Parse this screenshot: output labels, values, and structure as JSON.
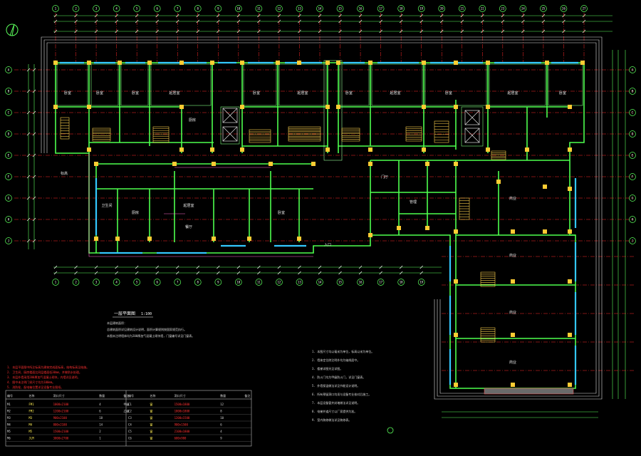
{
  "drawing": {
    "scale_label": "1:100",
    "grid_top_labels": [
      "1",
      "2",
      "3",
      "4",
      "5",
      "6",
      "7",
      "8",
      "9",
      "10",
      "11",
      "12",
      "13",
      "14",
      "15",
      "16",
      "17",
      "18",
      "19",
      "20",
      "21",
      "22",
      "23",
      "24",
      "25",
      "26",
      "27"
    ],
    "grid_left_labels": [
      "A",
      "B",
      "C",
      "D",
      "E",
      "F",
      "G",
      "H",
      "J"
    ],
    "notes_left": [
      "1. 本层平面图中所注标高为建筑完成面标高，结构标高见结施。",
      "2. 卫生间、厨房楼面比同层楼面低30mm，并做防水处理。",
      "3. 本层外墙采用200厚加气混凝土砌块，内墙详见说明。",
      "4. 图中未注明门垛尺寸均为100mm。",
      "5. 消防栓、配电箱位置详见设备专业图纸。"
    ],
    "notes_right": [
      "1. 本图尺寸均以毫米为单位，标高以米为单位。",
      "2. 墙体定位除注明外均为轴线居中。",
      "3. 楼梯详图另见详图。",
      "4. 防火门均为甲级防火门，详见门窗表。",
      "5. 外墙保温做法详见节能设计说明。",
      "6. 所有预留洞口均须与设备专业核对后施工。",
      "7. 本层设备管井封堵做法详见说明。",
      "8. 电梯井道尺寸以厂家提供为准。",
      "9. 室内装修做法详见装修表。"
    ],
    "table_headers": [
      "编号",
      "名称",
      "洞口尺寸",
      "数量",
      "备注",
      "编号",
      "名称",
      "洞口尺寸",
      "数量",
      "备注"
    ],
    "table_rows": [
      [
        "M1",
        "FM1",
        "1000x2100",
        "4",
        "甲级",
        "C1",
        "窗",
        "1500x1800",
        "12",
        ""
      ],
      [
        "M2",
        "FM2",
        "1200x2100",
        "6",
        "乙级",
        "C2",
        "窗",
        "1800x1800",
        "8",
        ""
      ],
      [
        "M3",
        "M3",
        "900x2100",
        "18",
        "",
        "C3",
        "窗",
        "1200x1500",
        "10",
        ""
      ],
      [
        "M4",
        "M4",
        "800x2100",
        "14",
        "",
        "C4",
        "窗",
        "900x1500",
        "6",
        ""
      ],
      [
        "M5",
        "M5",
        "1500x2100",
        "2",
        "",
        "C5",
        "窗",
        "2100x1800",
        "4",
        ""
      ],
      [
        "M6",
        "JLM",
        "3000x2700",
        "1",
        "",
        "C6",
        "窗",
        "600x900",
        "9",
        ""
      ]
    ]
  }
}
